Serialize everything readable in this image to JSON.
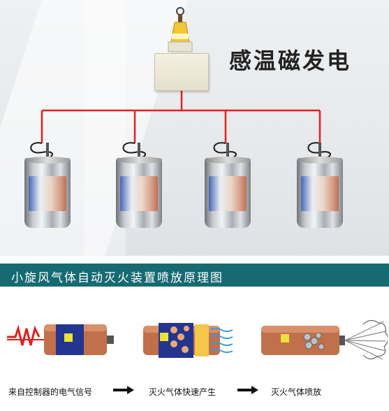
{
  "heading": "感温磁发电",
  "banner": "小旋风气体自动灭火装置喷放原理图",
  "captions": [
    "来自控制器的电气信号",
    "灭火气体快速产生",
    "灭火气体喷放"
  ],
  "colors": {
    "banner_bg": "#166a72",
    "wire_red": "#e02020",
    "canister_copper": "#c0704a",
    "canister_blue": "#23358f"
  }
}
